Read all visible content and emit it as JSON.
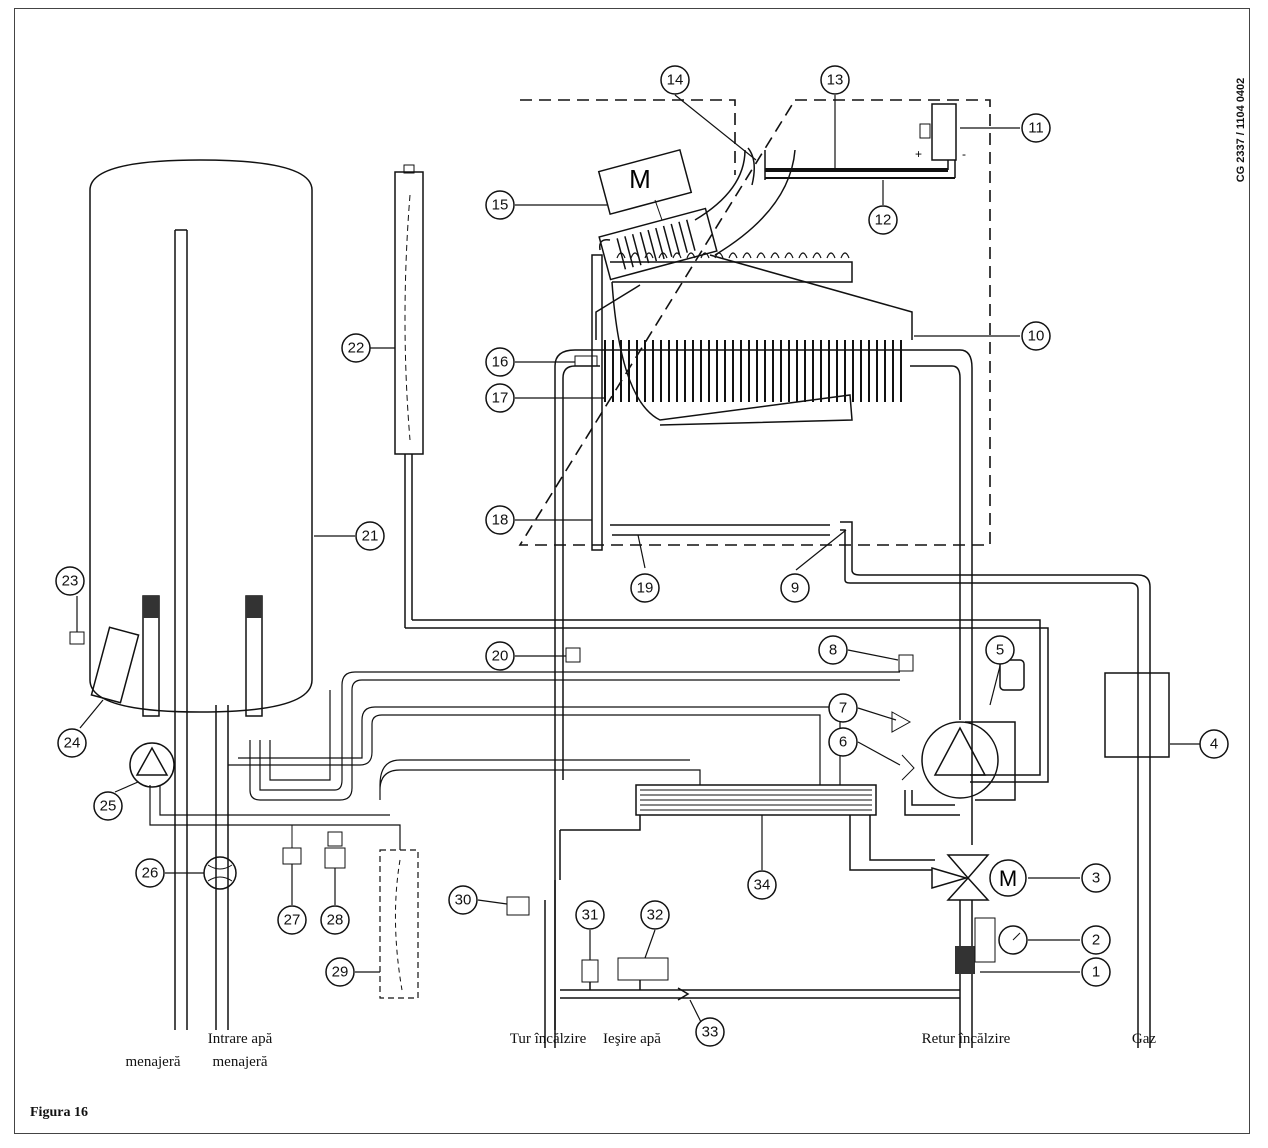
{
  "figure_label": "Figura 16",
  "drawing_code": "CG 2337 / 1104 0402",
  "motor_symbol": "M",
  "fan_motor_symbol": "M",
  "bottom_labels": {
    "cold_water_in": "Intrare apă",
    "cold_water_in_2": "menajeră",
    "dhw_out_left": "menajeră",
    "heating_flow": "Tur încălzire",
    "dhw_out": "Ieşire apă",
    "heating_return": "Retur încălzire",
    "gas": "Gaz"
  },
  "callouts": [
    "1",
    "2",
    "3",
    "4",
    "5",
    "6",
    "7",
    "8",
    "9",
    "10",
    "11",
    "12",
    "13",
    "14",
    "15",
    "16",
    "17",
    "18",
    "19",
    "20",
    "21",
    "22",
    "23",
    "24",
    "25",
    "26",
    "27",
    "28",
    "29",
    "30",
    "31",
    "32",
    "33",
    "34"
  ]
}
